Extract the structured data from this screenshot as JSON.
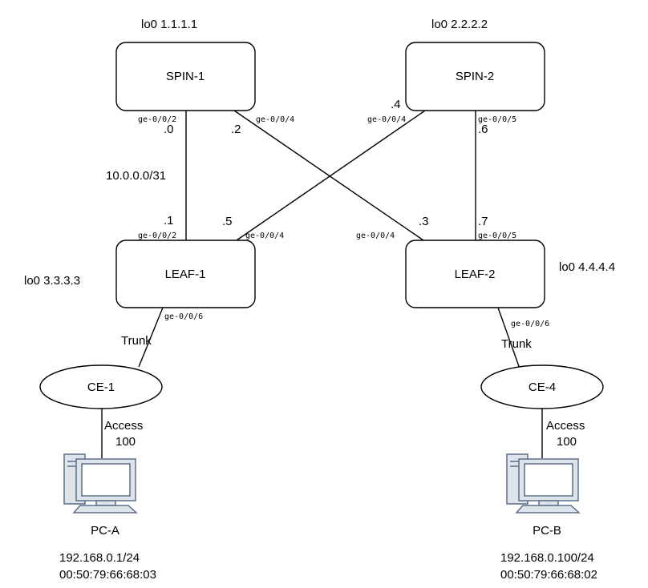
{
  "nodes": {
    "spin1": {
      "label": "SPIN-1",
      "loopback": "lo0 1.1.1.1"
    },
    "spin2": {
      "label": "SPIN-2",
      "loopback": "lo0 2.2.2.2"
    },
    "leaf1": {
      "label": "LEAF-1",
      "loopback": "lo0 3.3.3.3"
    },
    "leaf2": {
      "label": "LEAF-2",
      "loopback": "lo0 4.4.4.4"
    },
    "ce1": {
      "label": "CE-1"
    },
    "ce4": {
      "label": "CE-4"
    },
    "pca": {
      "label": "PC-A",
      "ip": "192.168.0.1/24",
      "mac": "00:50:79:66:68:03"
    },
    "pcb": {
      "label": "PC-B",
      "ip": "192.168.0.100/24",
      "mac": "00:50:79:66:68:02"
    }
  },
  "links": {
    "spin1_leaf1": {
      "subnet": "10.0.0.0/31",
      "a_addr": ".0",
      "a_port": "ge-0/0/2",
      "b_addr": ".1",
      "b_port": "ge-0/0/2"
    },
    "spin1_leaf2": {
      "a_addr": ".2",
      "a_port": "ge-0/0/4",
      "b_addr": ".3",
      "b_port": "ge-0/0/4"
    },
    "spin2_leaf1": {
      "a_addr": ".4",
      "a_port": "ge-0/0/4",
      "b_addr": ".5",
      "b_port": "ge-0/0/4"
    },
    "spin2_leaf2": {
      "a_addr": ".6",
      "a_port": "ge-0/0/5",
      "b_addr": ".7",
      "b_port": "ge-0/0/5"
    },
    "leaf1_ce1": {
      "port": "ge-0/0/6",
      "mode": "Trunk"
    },
    "leaf2_ce4": {
      "port": "ge-0/0/6",
      "mode": "Trunk"
    },
    "ce1_pca": {
      "mode": "Access",
      "vlan": "100"
    },
    "ce4_pcb": {
      "mode": "Access",
      "vlan": "100"
    }
  },
  "colors": {
    "pc_body": "#dfe4ea",
    "pc_outline": "#5b6f8a",
    "pc_screen": "#ffffff"
  }
}
